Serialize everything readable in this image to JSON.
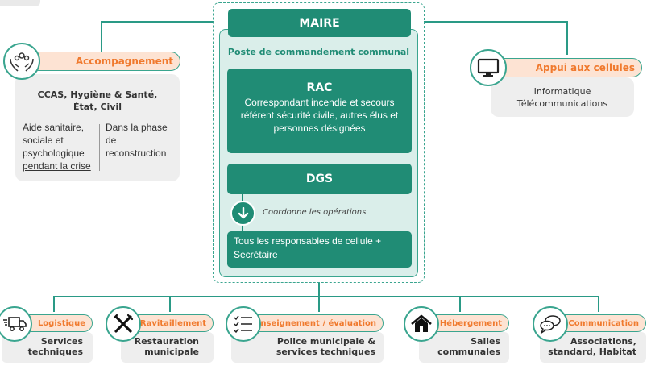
{
  "center": {
    "maire": "MAIRE",
    "pcc_title": "Poste de commandement communal",
    "rac_title": "RAC",
    "rac_desc": "Correspondant incendie et secours référent sécurité civile, autres élus et personnes désignées",
    "dgs": "DGS",
    "coord": "Coordonne les opérations",
    "resp": "Tous les responsables de cellule + Secrétaire"
  },
  "accompagnement": {
    "label": "Accompagnement",
    "icon": "caring-hands-icon",
    "title_line1": "CCAS, Hygiène & Santé,",
    "title_line2": "État, Civil",
    "left_line1": "Aide sanitaire,",
    "left_line2": "sociale et",
    "left_line3": "psychologique",
    "left_line4": "pendant la crise",
    "right_line1": "Dans la phase",
    "right_line2": "de",
    "right_line3": "reconstruction"
  },
  "appui": {
    "label": "Appui aux cellules",
    "icon": "monitor-icon",
    "line1": "Informatique",
    "line2": "Télécommunications"
  },
  "cells": [
    {
      "label": "Logistique",
      "icon": "truck-icon",
      "line1": "Services",
      "line2": "techniques"
    },
    {
      "label": "Ravitaillement",
      "icon": "fork-knife-icon",
      "line1": "Restauration",
      "line2": "municipale"
    },
    {
      "label": "Renseignement / évaluation",
      "icon": "checklist-icon",
      "line1": "Police municipale &",
      "line2": "services techniques"
    },
    {
      "label": "Hébergement",
      "icon": "house-icon",
      "line1": "Salles",
      "line2": "communales"
    },
    {
      "label": "Communication",
      "icon": "speech-bubbles-icon",
      "line1": "Associations,",
      "line2": "standard, Habitat"
    }
  ],
  "colors": {
    "teal": "#208c75",
    "light_teal": "#daeeea",
    "orange": "#f07a2e",
    "peach": "#fde3d3",
    "grey": "#eeeeee"
  }
}
